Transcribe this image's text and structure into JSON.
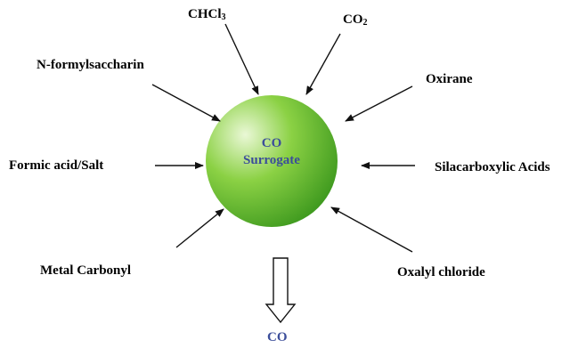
{
  "colors": {
    "sphere_light": "#eaf8d6",
    "sphere_mid": "#8bd144",
    "sphere_dark": "#3f9a1f",
    "center_text": "#3b4d9a",
    "bottom_text": "#3b4d9a",
    "arrow": "#111111"
  },
  "center": {
    "line1": "CO",
    "line2": "Surrogate"
  },
  "sources": {
    "chcl3_base": "CHCl",
    "chcl3_sub": "3",
    "co2_base": "CO",
    "co2_sub": "2",
    "n_formylsaccharin": "N-formylsaccharin",
    "oxirane": "Oxirane",
    "formic_acid_salt": "Formic acid/Salt",
    "silacarboxylic_acids": "Silacarboxylic Acids",
    "metal_carbonyl": "Metal Carbonyl",
    "oxalyl_chloride": "Oxalyl chloride"
  },
  "product": {
    "label": "CO"
  }
}
